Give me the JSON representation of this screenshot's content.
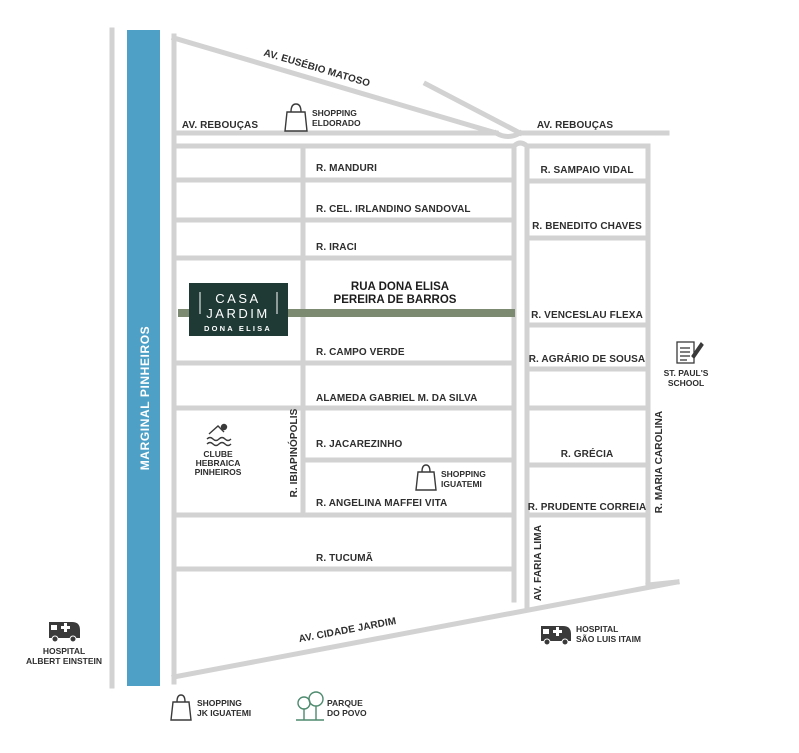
{
  "colors": {
    "road": "#d2d2d2",
    "river": "#4ea0c6",
    "highlight_street": "#7c8a72",
    "logo_bg": "#1f3a35",
    "text": "#2e2e2e",
    "icon": "#3a3a3a"
  },
  "river": {
    "label": "MARGINAL PINHEIROS"
  },
  "roads": {
    "eusebio": "AV. EUSÉBIO MATOSO",
    "reboucas_left": "AV. REBOUÇAS",
    "reboucas_right": "AV. REBOUÇAS",
    "cidade_jardim": "AV. CIDADE JARDIM",
    "faria_lima": "AV. FARIA LIMA",
    "ibiapinopolis": "R. IBIAPINÓPOLIS",
    "maria_carolina": "R. MARIA CAROLINA"
  },
  "streets_left": {
    "manduri": "R. MANDURI",
    "irlandino": "R. CEL. IRLANDINO SANDOVAL",
    "iraci": "R. IRACI",
    "campo_verde": "R. CAMPO VERDE",
    "gabriel": "ALAMEDA GABRIEL M. DA SILVA",
    "jacarezinho": "R. JACAREZINHO",
    "angelina": "R. ANGELINA MAFFEI VITA",
    "tucuma": "R. TUCUMÃ"
  },
  "streets_right": {
    "sampaio": "R. SAMPAIO VIDAL",
    "benedito": "R. BENEDITO CHAVES",
    "venceslau": "R. VENCESLAU FLEXA",
    "agrario": "R. AGRÁRIO DE SOUSA",
    "grecia": "R. GRÉCIA",
    "prudente": "R. PRUDENTE CORREIA"
  },
  "highlight": {
    "line1": "RUA DONA ELISA",
    "line2": "PEREIRA DE BARROS"
  },
  "logo": {
    "line1": "CASA",
    "line2": "JARDIM",
    "line3": "DONA ELISA"
  },
  "pois": {
    "eldorado": {
      "line1": "SHOPPING",
      "line2": "ELDORADO",
      "icon": "shopping-bag-icon"
    },
    "iguatemi": {
      "line1": "SHOPPING",
      "line2": "IGUATEMI",
      "icon": "shopping-bag-icon"
    },
    "jk": {
      "line1": "SHOPPING",
      "line2": "JK IGUATEMI",
      "icon": "shopping-bag-icon"
    },
    "parque": {
      "line1": "PARQUE",
      "line2": "DO POVO",
      "icon": "trees-icon"
    },
    "hebraica": {
      "line1": "CLUBE",
      "line2": "HEBRAICA",
      "line3": "PINHEIROS",
      "icon": "swimmer-icon"
    },
    "stpauls": {
      "line1": "ST. PAUL'S",
      "line2": "SCHOOL",
      "icon": "school-icon"
    },
    "einstein": {
      "line1": "HOSPITAL",
      "line2": "ALBERT EINSTEIN",
      "icon": "ambulance-icon"
    },
    "saoluis": {
      "line1": "HOSPITAL",
      "line2": "SÃO LUIS ITAIM",
      "icon": "ambulance-icon"
    }
  }
}
